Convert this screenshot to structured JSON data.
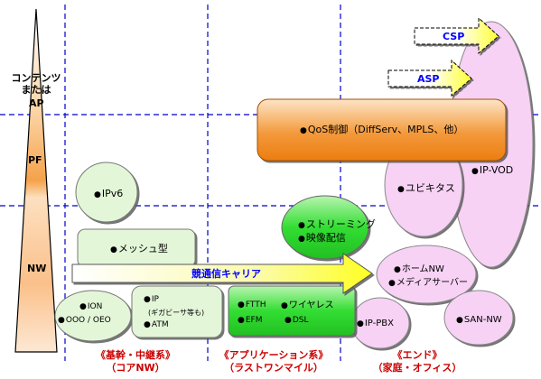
{
  "pyramid": {
    "top_label": [
      "コンテンツ",
      "または"
    ],
    "ap": "AP",
    "pf": "PF",
    "nw": "NW"
  },
  "arrows": {
    "csp": "CSP",
    "asp": "ASP",
    "carrier": "競通信キャリア"
  },
  "nodes": {
    "qos": "QoS制御（DiffServ、MPLS、他）",
    "ipv6": "IPv6",
    "mesh": "メッシュ型",
    "ion": "ION",
    "ooo": "OOO / OEO",
    "ip": "IP",
    "ip_note": "(ギガビーサ等も)",
    "atm": "ATM",
    "ftth": "FTTH",
    "wireless": "ワイヤレス",
    "efm": "EFM",
    "dsl": "DSL",
    "streaming": "ストリーミング",
    "video": "映像配信",
    "ubiquitous": "ユビキタス",
    "ipvod": "IP-VOD",
    "homenw": "ホームNW",
    "media": "メディアサーバー",
    "ippbx": "IP-PBX",
    "sannw": "SAN-NW"
  },
  "categories": {
    "core": [
      "《基幹・中継系》",
      "（コアNW）"
    ],
    "app": [
      "《アプリケーション系》",
      "（ラストワンマイル）"
    ],
    "end": [
      "《エンド》",
      "（家庭・オフィス）"
    ]
  },
  "colors": {
    "grid": "#0000cc",
    "pink": "#f7d2f5",
    "green_bright": "#22dd22",
    "green_pale": "#e3f7d8",
    "orange": "#f08020",
    "yellow": "#ffff33",
    "red_text": "#cc0000",
    "blue_text": "#0000ff"
  }
}
